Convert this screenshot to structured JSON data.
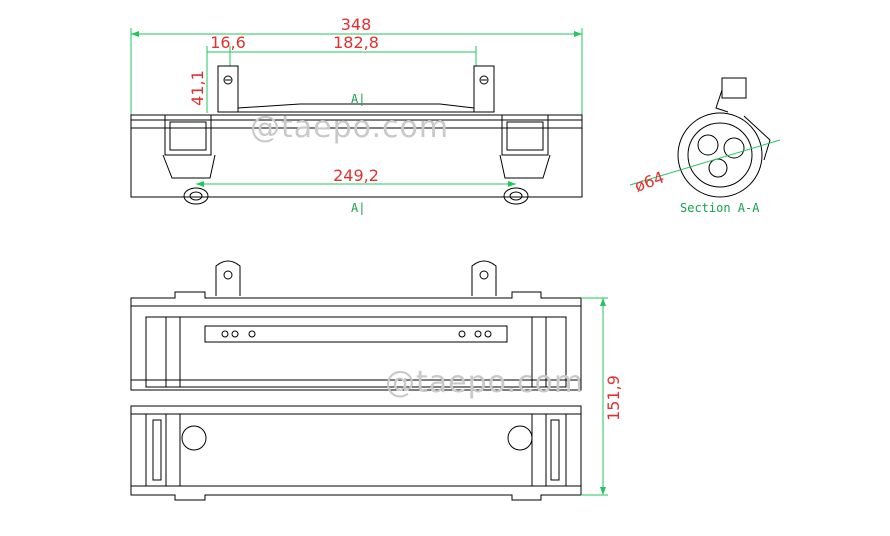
{
  "watermark": "@taepo.com",
  "dimensions": {
    "overall_length": "348",
    "handle_offset": "16,6",
    "handle_span": "182,8",
    "handle_height": "41,1",
    "latch_span": "249,2",
    "diameter": "ø64",
    "side_height": "151,9"
  },
  "section_marks": {
    "top": "A|",
    "bottom": "A|"
  },
  "section_caption": "Section A-A",
  "colors": {
    "dimension_text": "#e23030",
    "dimension_lines": "#22c55e",
    "outline": "#000000",
    "watermark": "#c9c9c9"
  }
}
